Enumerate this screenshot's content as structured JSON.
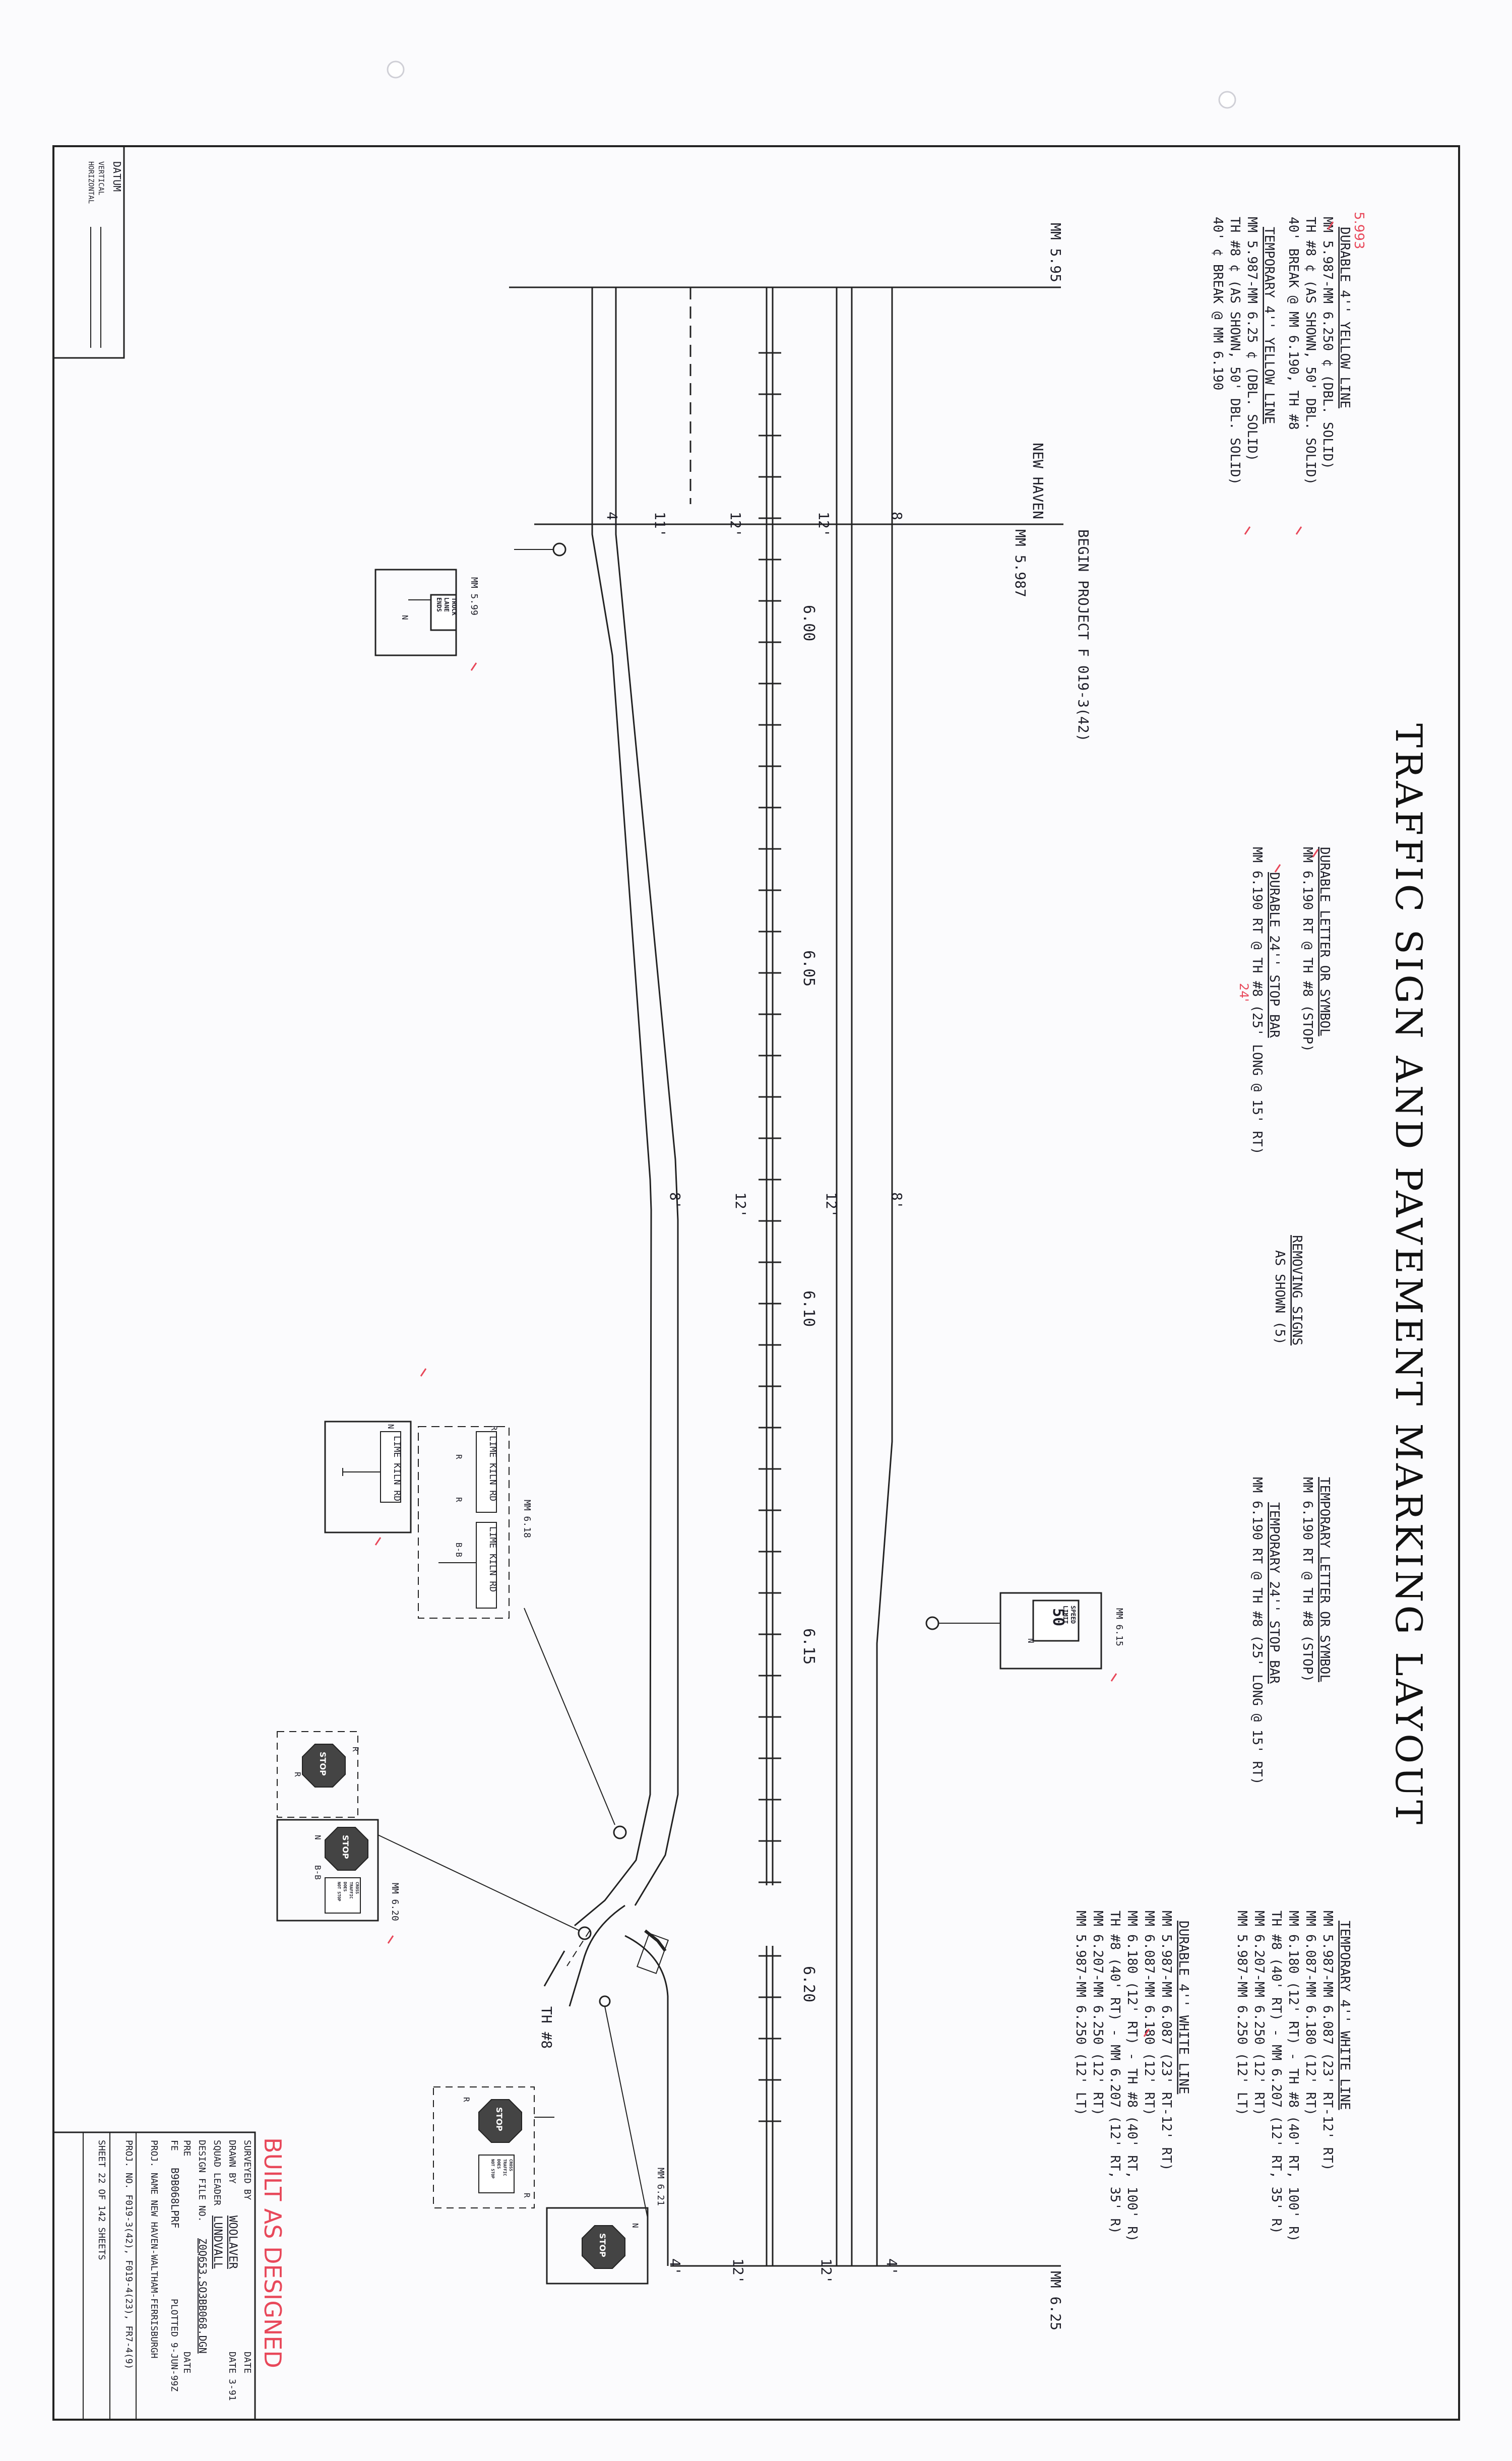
{
  "title": "TRAFFIC SIGN AND PAVEMENT MARKING LAYOUT",
  "datum": {
    "label": "DATUM",
    "vertical": "VERTICAL",
    "horizontal": "HORIZONTAL"
  },
  "stamp": "BUILT AS DESIGNED",
  "red_note": "5.993",
  "mm_start": "MM 5.95",
  "mm_end": "MM 6.25",
  "begin_project": "BEGIN PROJECT F 019-3(42)",
  "new_haven": "NEW HAVEN",
  "new_haven_mm": "MM 5.987",
  "stations": [
    "6.00",
    "6.05",
    "6.10",
    "6.15",
    "6.20"
  ],
  "widths_start": [
    "4'",
    "11'",
    "12'",
    "12'",
    "8'"
  ],
  "widths_mid": [
    "8'",
    "12'",
    "12'",
    "8'"
  ],
  "widths_end": [
    "4'",
    "12'",
    "12'",
    "4'"
  ],
  "th8": "TH #8",
  "yellow": {
    "head1": "DURABLE 4'' YELLOW LINE",
    "d1": "MM 5.987-MM 6.250 ¢ (DBL. SOLID)",
    "d2": "TH #8 ¢ (AS SHOWN, 50' DBL. SOLID)",
    "d3": "40' BREAK @ MM 6.190, TH #8",
    "head2": "TEMPORARY 4'' YELLOW LINE",
    "t1": "MM 5.987-MM 6.25 ¢ (DBL. SOLID)",
    "t2": "TH #8 ¢ (AS SHOWN, 50' DBL. SOLID)",
    "t3": "40' ¢ BREAK @ MM 6.190"
  },
  "durable_letter": {
    "head": "DURABLE LETTER OR SYMBOL",
    "l1": "MM 6.190 RT @ TH #8 (STOP)"
  },
  "durable_stop": {
    "head": "DURABLE 24'' STOP BAR",
    "l1": "MM 6.190 RT @ TH #8 (25' LONG @ 15' RT)",
    "red": "24'"
  },
  "removing": {
    "head": "REMOVING SIGNS",
    "l1": "AS SHOWN (5)"
  },
  "temp_letter": {
    "head": "TEMPORARY LETTER OR SYMBOL",
    "l1": "MM 6.190 RT @ TH #8 (STOP)"
  },
  "temp_stop": {
    "head": "TEMPORARY 24'' STOP BAR",
    "l1": "MM 6.190 RT @ TH #8 (25' LONG @ 15' RT)"
  },
  "temp_white": {
    "head": "TEMPORARY 4'' WHITE LINE",
    "l1": "MM 5.987-MM 6.087 (23' RT-12' RT)",
    "l2": "MM 6.087-MM 6.180 (12' RT)",
    "l3": "MM 6.180 (12' RT) - TH #8 (40' RT, 100' R)",
    "l4": "TH #8 (40' RT) - MM 6.207 (12' RT, 35' R)",
    "l5": "MM 6.207-MM 6.250 (12' RT)",
    "l6": "MM 5.987-MM 6.250 (12' LT)"
  },
  "durable_white": {
    "head": "DURABLE 4'' WHITE LINE",
    "l1": "MM 5.987-MM 6.087 (23' RT-12' RT)",
    "l2": "MM 6.087-MM 6.180 (12' RT)",
    "l3": "MM 6.180 (12' RT) - TH #8 (40' RT, 100' R)",
    "l4": "TH #8 (40' RT) - MM 6.207 (12' RT, 35' R)",
    "l5": "MM 6.207-MM 6.250 (12' RT)",
    "l6": "MM 5.987-MM 6.250 (12' LT)"
  },
  "signs": {
    "s1_mm": "MM 5.99",
    "s1_text": [
      "TRUCK",
      "LANE",
      "ENDS"
    ],
    "s2_mm": "MM 6.15",
    "s2_text": [
      "SPEED",
      "LIMIT",
      "50"
    ],
    "s3_mm": "MM 6.18",
    "s3_text": "LIME KILN RD",
    "s4_mm": "MM 6.20",
    "s5_mm": "MM 6.21",
    "stop": "STOP",
    "cross": [
      "CROSS",
      "TRAFFIC",
      "DOES",
      "NOT STOP"
    ],
    "N": "N",
    "R": "R",
    "B": "B-B"
  },
  "title_block": {
    "surveyed": "SURVEYED BY",
    "surveyed_date": "DATE",
    "drawn": "DRAWN BY",
    "drawn_val": "WOOLAVER",
    "drawn_date": "DATE 3-91",
    "squad": "SQUAD LEADER",
    "squad_val": "LUNDVALL",
    "design": "DESIGN FILE NO.",
    "design_val": "Z0Q653.SO3BB068.DGN",
    "pre": "PRE",
    "pre_date": "DATE",
    "fe": "FE",
    "fe_val": "B9B068LPRF",
    "plotted": "PLOTTED 9-JUN-99Z",
    "proj_name": "PROJ. NAME NEW HAVEN-WALTHAM-FERRISBURGH",
    "proj_no": "PROJ. NO. F019-3(42), F019-4(23), FR7-4(9)",
    "sheet": "SHEET 22 OF 142 SHEETS"
  }
}
